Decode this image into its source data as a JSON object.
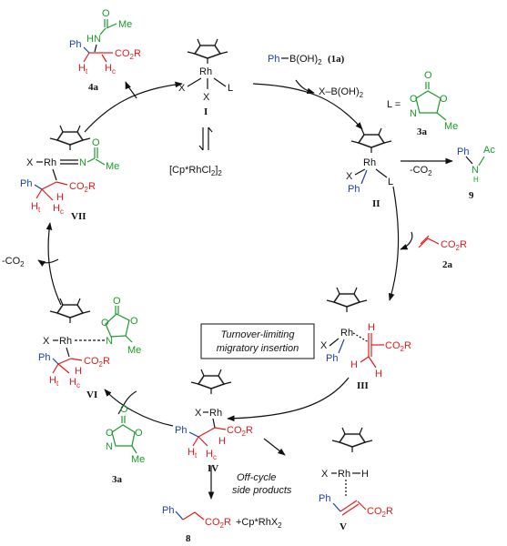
{
  "species": {
    "I": {
      "label": "I",
      "metal": "Rh",
      "ligand_x": "X",
      "ligand_x2": "X",
      "ligand_l": "L"
    },
    "II": {
      "label": "II",
      "metal": "Rh",
      "ligand_x": "X",
      "ligand_l": "L",
      "ph": "Ph"
    },
    "III": {
      "label": "III",
      "metal": "Rh",
      "ligand_x": "X",
      "ph": "Ph",
      "h1": "H",
      "ht": "H",
      "hc": "H",
      "ester": "CO",
      "ester_sub": "2",
      "ester_r": "R"
    },
    "IV": {
      "label": "IV",
      "metal": "Rh",
      "ligand_x": "X",
      "ph": "Ph",
      "ester": "CO",
      "ester_sub": "2",
      "ester_r": "R",
      "h1": "H",
      "ht": "H",
      "hc": "H",
      "t": "t",
      "c": "c"
    },
    "V": {
      "label": "V",
      "metal": "Rh",
      "ligand_x": "X",
      "hydride": "H",
      "ph": "Ph",
      "ester": "CO",
      "ester_sub": "2",
      "ester_r": "R"
    },
    "VI": {
      "label": "VI",
      "metal": "Rh",
      "ligand_x": "X",
      "ph": "Ph",
      "ester": "CO",
      "ester_sub": "2",
      "ester_r": "R",
      "h": "H",
      "ht": "H",
      "hc": "H",
      "t": "t",
      "c": "c",
      "ring_o1": "O",
      "ring_o2": "O",
      "ring_o3": "O",
      "ring_n": "N",
      "me": "Me"
    },
    "VII": {
      "label": "VII",
      "metal": "Rh",
      "ligand_x": "X",
      "n": "N",
      "o": "O",
      "me": "Me",
      "ph": "Ph",
      "ester": "CO",
      "ester_sub": "2",
      "ester_r": "R",
      "h": "H",
      "ht": "H",
      "hc": "H",
      "t": "t",
      "c": "c"
    }
  },
  "compounds": {
    "c4a": {
      "label": "4a",
      "ph": "Ph",
      "hn": "HN",
      "o": "O",
      "me": "Me",
      "ester": "CO",
      "ester_sub": "2",
      "ester_r": "R",
      "ht": "H",
      "hc": "H",
      "t": "t",
      "c": "c"
    },
    "c1a": {
      "ph": "Ph",
      "b": "B(OH)",
      "b_sub": "2",
      "label": "(1a)"
    },
    "byprod_b": {
      "text": "X–B(OH)",
      "sub": "2"
    },
    "c3a": {
      "label": "3a",
      "l_eq": "L =",
      "o1": "O",
      "o2": "O",
      "n": "N",
      "me": "Me",
      "o3": "O"
    },
    "c9": {
      "label": "9",
      "ph": "Ph",
      "n": "N",
      "h": "H",
      "ac": "Ac"
    },
    "c2a": {
      "label": "2a",
      "ester": "CO",
      "ester_sub": "2",
      "ester_r": "R"
    },
    "c3a_b": {
      "label": "3a",
      "o1": "O",
      "o2": "O",
      "n": "N",
      "me": "Me",
      "o3": "O"
    },
    "c8": {
      "label": "8",
      "ph": "Ph",
      "ester": "CO",
      "ester_sub": "2",
      "ester_r": "R",
      "plus": "+Cp*RhX",
      "plus_sub": "2"
    },
    "dimer": {
      "text": "[Cp*RhCl",
      "sub": "2",
      "tail": "]",
      "tail_sub": "2"
    }
  },
  "annotations": {
    "co2_right": "-CO",
    "co2_right_sub": "2",
    "co2_left": "-CO",
    "co2_left_sub": "2",
    "turnover_line1": "Turnover-limiting",
    "turnover_line2": "migratory insertion",
    "offcycle_line1": "Off-cycle",
    "offcycle_line2": "side products"
  },
  "colors": {
    "red": "#e11a1a",
    "green": "#1a9a2a",
    "blue": "#1a3ea8",
    "black": "#111111"
  }
}
